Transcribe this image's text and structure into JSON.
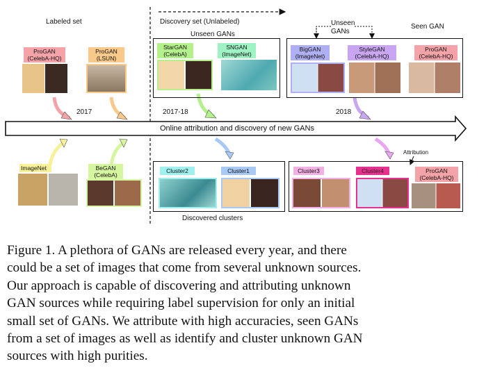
{
  "figure": {
    "labeled_set_title": "Labeled set",
    "discovery_set_title": "Discovery set (Unlabeled)",
    "unseen_gans_title_1": "Unseen GANs",
    "unseen_gans_title_2_line1": "Unseen",
    "unseen_gans_title_2_line2": "GANs",
    "seen_gan_title": "Seen GAN",
    "timeline_label": "Online attribution and discovery of new GANs",
    "years": [
      "2017",
      "2017-18",
      "2018"
    ],
    "attribution_label": "Attribution",
    "discovered_clusters_label": "Discovered clusters",
    "top_cards": [
      {
        "line1": "ProGAN",
        "line2": "(CelebA-HQ)",
        "color": "#f4a3a8"
      },
      {
        "line1": "ProGAN",
        "line2": "(LSUN)",
        "color": "#f9c98a"
      },
      {
        "line1": "StarGAN",
        "line2": "(CelebA)",
        "color": "#b4f08c"
      },
      {
        "line1": "SNGAN",
        "line2": "(ImageNet)",
        "color": "#9ef2c3"
      },
      {
        "line1": "BigGAN",
        "line2": "(ImageNet)",
        "color": "#aeb0f3"
      },
      {
        "line1": "StyleGAN",
        "line2": "(CelebA-HQ)",
        "color": "#c9a6f2"
      },
      {
        "line1": "ProGAN",
        "line2": "(CelebA-HQ)",
        "color": "#f4a3a8"
      }
    ],
    "bottom_cards": [
      {
        "line1": "ImageNet",
        "line2": "",
        "color": "#f7f29a"
      },
      {
        "line1": "BeGAN",
        "line2": "(CelebA)",
        "color": "#d5f5a0"
      },
      {
        "line1": "Cluster2",
        "line2": "",
        "color": "#9ff0ee"
      },
      {
        "line1": "Cluster1",
        "line2": "",
        "color": "#a8c8f5"
      },
      {
        "line1": "Cluster3",
        "line2": "",
        "color": "#f2b0e4"
      },
      {
        "line1": "Cluster4",
        "line2": "",
        "color": "#e8308f"
      },
      {
        "line1": "ProGAN",
        "line2": "(CelebA-HQ)",
        "color": "#f4a3a8"
      }
    ]
  },
  "caption": {
    "lines": [
      "Figure 1. A plethora of GANs are released every year, and there",
      "could be a set of images that come from several unknown sources.",
      "Our approach is capable of discovering and attributing unknown",
      "GAN sources while requiring label supervision for only an initial",
      "small set of GANs. We attribute with high accuracies, seen GANs",
      "from a set of images as well as identify and cluster unknown GAN",
      "sources with high purities."
    ]
  }
}
